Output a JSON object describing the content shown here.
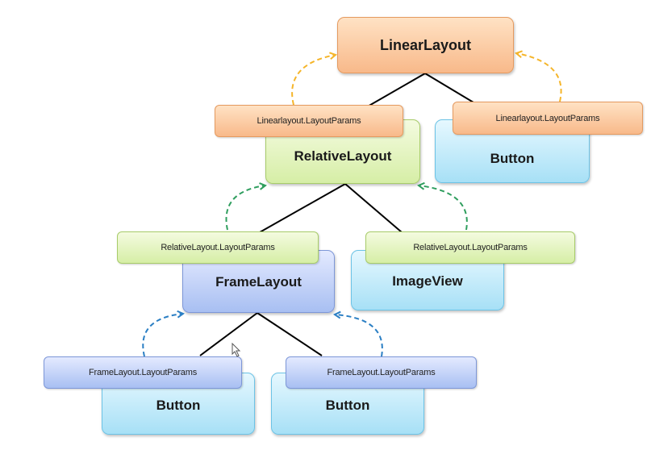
{
  "nodes": {
    "linear_layout": "LinearLayout",
    "relative_layout": "RelativeLayout",
    "button_top": "Button",
    "frame_layout": "FrameLayout",
    "image_view": "ImageView",
    "button_left": "Button",
    "button_right": "Button"
  },
  "params": {
    "linear_left": "Linearlayout.LayoutParams",
    "linear_right": "Linearlayout.LayoutParams",
    "relative_left": "RelativeLayout.LayoutParams",
    "relative_right": "RelativeLayout.LayoutParams",
    "frame_left": "FrameLayout.LayoutParams",
    "frame_right": "FrameLayout.LayoutParams"
  },
  "colors": {
    "orange_arrow": "#f5b52a",
    "green_arrow": "#2f9e5e",
    "blue_arrow": "#2b7fc4",
    "edge": "#000000"
  }
}
